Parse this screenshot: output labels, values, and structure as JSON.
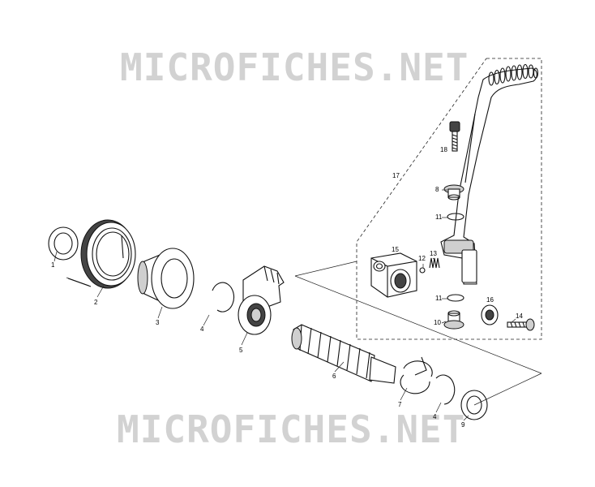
{
  "watermark": {
    "text": "MICROFICHES.NET"
  },
  "callouts": [
    {
      "id": "p1",
      "label": "1"
    },
    {
      "id": "p2",
      "label": "2"
    },
    {
      "id": "p3",
      "label": "3"
    },
    {
      "id": "p4a",
      "label": "4"
    },
    {
      "id": "p5",
      "label": "5"
    },
    {
      "id": "p6",
      "label": "6"
    },
    {
      "id": "p7",
      "label": "7"
    },
    {
      "id": "p4b",
      "label": "4"
    },
    {
      "id": "p9",
      "label": "9"
    },
    {
      "id": "p8",
      "label": "8"
    },
    {
      "id": "p10",
      "label": "10"
    },
    {
      "id": "p11a",
      "label": "11"
    },
    {
      "id": "p11b",
      "label": "11"
    },
    {
      "id": "p12",
      "label": "12"
    },
    {
      "id": "p13",
      "label": "13"
    },
    {
      "id": "p14",
      "label": "14"
    },
    {
      "id": "p15",
      "label": "15"
    },
    {
      "id": "p16",
      "label": "16"
    },
    {
      "id": "p17",
      "label": "17"
    },
    {
      "id": "p18",
      "label": "18"
    }
  ]
}
